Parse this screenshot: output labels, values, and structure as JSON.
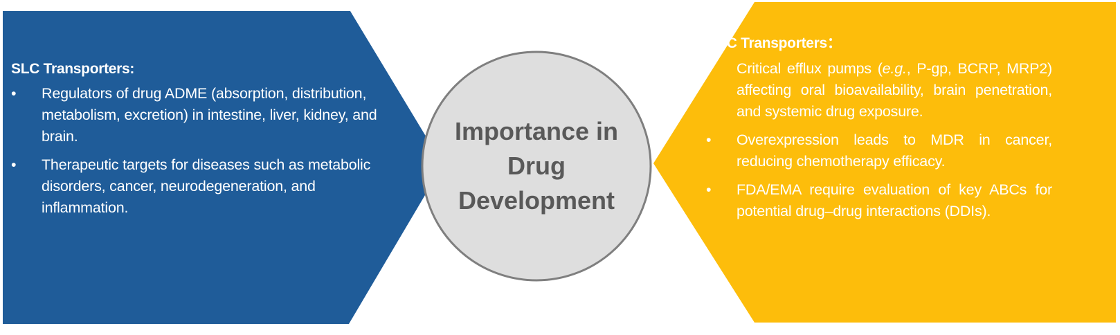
{
  "colors": {
    "slc": "#1f5c99",
    "abc": "#fdbd0b",
    "circle_fill": "#dedede",
    "circle_border": "#7f7f7f",
    "center_text": "#595959"
  },
  "center": {
    "title": "Importance in Drug Development"
  },
  "slc": {
    "heading": "SLC Transporters:",
    "bullets": [
      "Regulators of drug ADME (absorption, distribution, metabolism, excretion) in intestine, liver, kidney, and brain.",
      "Therapeutic targets for diseases such as metabolic disorders, cancer, neurodegeneration, and inflammation."
    ]
  },
  "abc": {
    "heading": "ABC Transporters：",
    "bullet1_pre": "Critical efflux pumps (",
    "bullet1_italic": "e.g.",
    "bullet1_post": ", P-gp, BCRP, MRP2) affecting oral bioavailability, brain penetration, and systemic drug exposure.",
    "bullets": [
      "Overexpression leads to MDR in cancer, reducing chemotherapy efficacy.",
      "FDA/EMA require evaluation of key ABCs for potential drug–drug interactions (DDIs)."
    ]
  },
  "bullet_char": "•"
}
